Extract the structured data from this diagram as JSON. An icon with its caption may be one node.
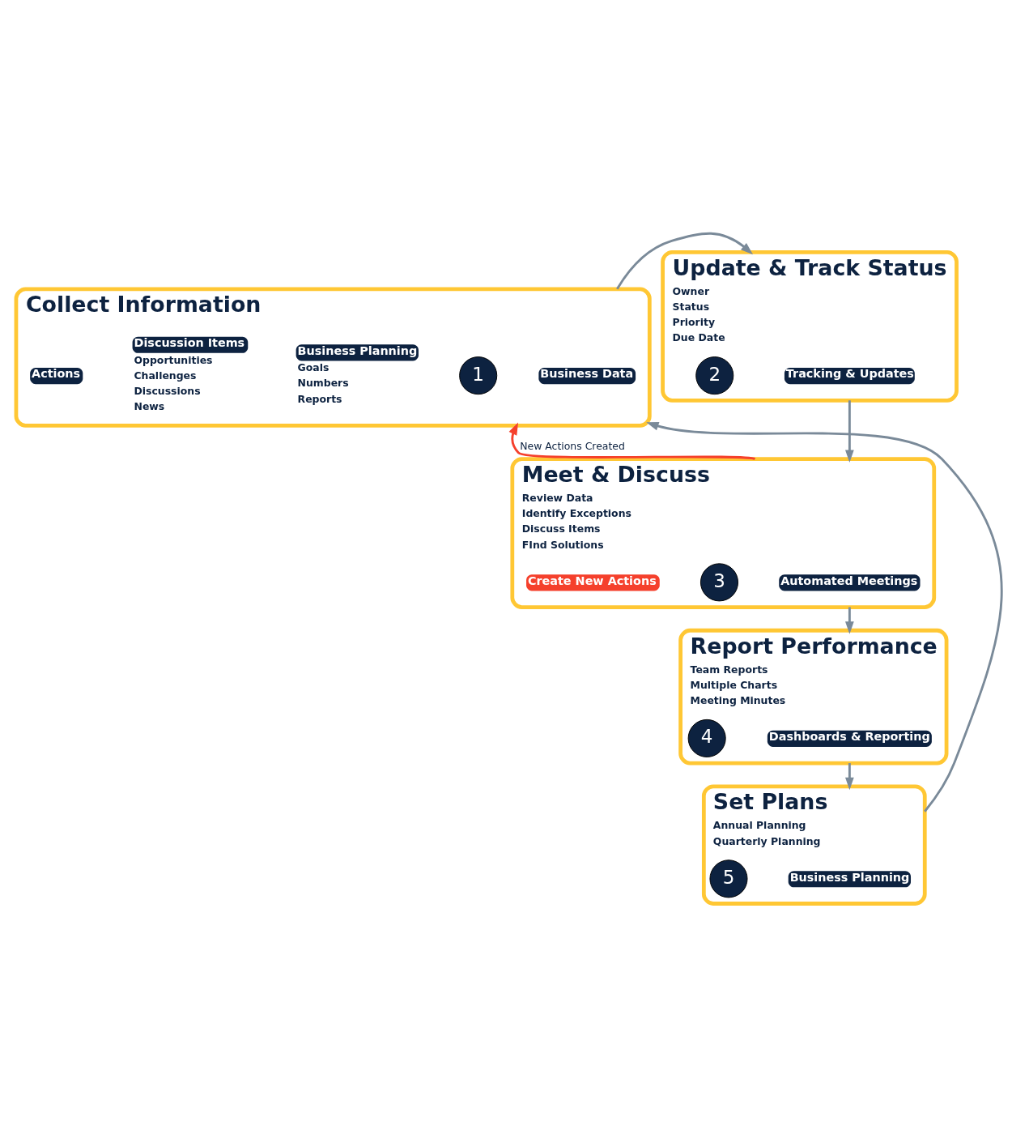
{
  "diagram": {
    "nodes": [
      {
        "text": [
          "Collect Information"
        ]
      },
      {
        "text": [
          "Business Data"
        ],
        "in": 0
      },
      {
        "text": [
          "1"
        ],
        "in": 0
      },
      {
        "text": [
          "Business Planning"
        ],
        "in": 0,
        "beside": [
          "Goals",
          "Numbers",
          "Reports"
        ]
      },
      {
        "text": [
          "Discussion Items"
        ],
        "in": 0,
        "beside": [
          "Opportunities",
          "Challenges",
          "Discussions",
          "News"
        ]
      },
      {
        "text": [
          "Actions"
        ],
        "in": 0
      },
      {
        "text": [
          "Update & Track Status",
          "Owner",
          "Status",
          "Priority",
          "Due Date"
        ]
      },
      {
        "text": [
          "Tracking & Updates"
        ],
        "in": 6
      },
      {
        "text": [
          "2"
        ],
        "in": 6
      },
      {
        "text": [
          "Meet & Discuss",
          "Review Data",
          "Identify Exceptions",
          "Discuss Items",
          "FInd Solutions"
        ]
      },
      {
        "text": [
          "Automated Meetings"
        ],
        "in": 9
      },
      {
        "text": [
          "3"
        ],
        "in": 9
      },
      {
        "text": [
          "Create New Actions"
        ],
        "in": 9
      },
      {
        "text": [
          "Report Performance",
          "Team Reports",
          "Multiple Charts",
          "Meeting Minutes"
        ]
      },
      {
        "text": [
          "Dashboards & Reporting"
        ],
        "in": 13
      },
      {
        "text": [
          "4"
        ],
        "in": 13
      },
      {
        "text": [
          "Set Plans",
          "Annual Planning",
          "Quarterly Planning"
        ]
      },
      {
        "text": [
          "Business Planning"
        ],
        "in": 16
      },
      {
        "text": [
          "5"
        ],
        "in": 16
      }
    ],
    "edges": [
      {
        "from": 0,
        "to": 6,
        "arrow": "to"
      },
      {
        "from": 6,
        "to": 9,
        "arrow": "to"
      },
      {
        "from": 9,
        "to": 13,
        "arrow": "to"
      },
      {
        "from": 13,
        "to": 16,
        "arrow": "to"
      },
      {
        "from": 16,
        "to": 0,
        "arrow": "to"
      },
      {
        "from": 9,
        "to": 0,
        "arrow": "to",
        "label": "New Actions Created",
        "color": "#f5402c"
      }
    ]
  }
}
